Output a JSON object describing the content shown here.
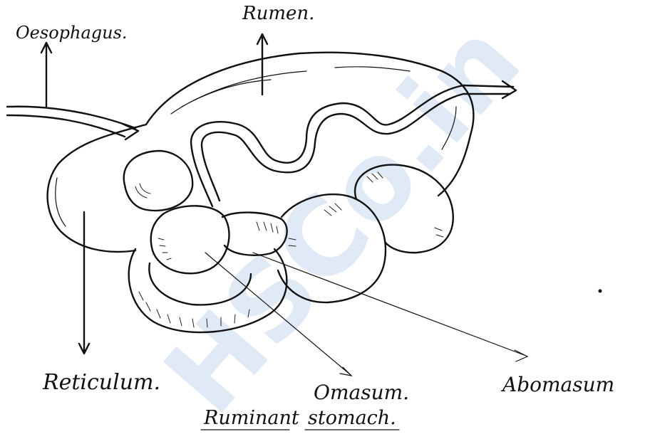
{
  "diagram": {
    "title": "Ruminant stomach",
    "title_word_1": "Ruminant",
    "title_word_2": "stomach.",
    "labels": {
      "oesophagus": "Oesophagus.",
      "rumen": "Rumen.",
      "reticulum": "Reticulum.",
      "omasum": "Omasum.",
      "abomasum": "Abomasum"
    }
  },
  "watermark": "HSCo.in",
  "colors": {
    "ink": "#111111",
    "watermark": "#1565c0",
    "background": "#ffffff"
  }
}
